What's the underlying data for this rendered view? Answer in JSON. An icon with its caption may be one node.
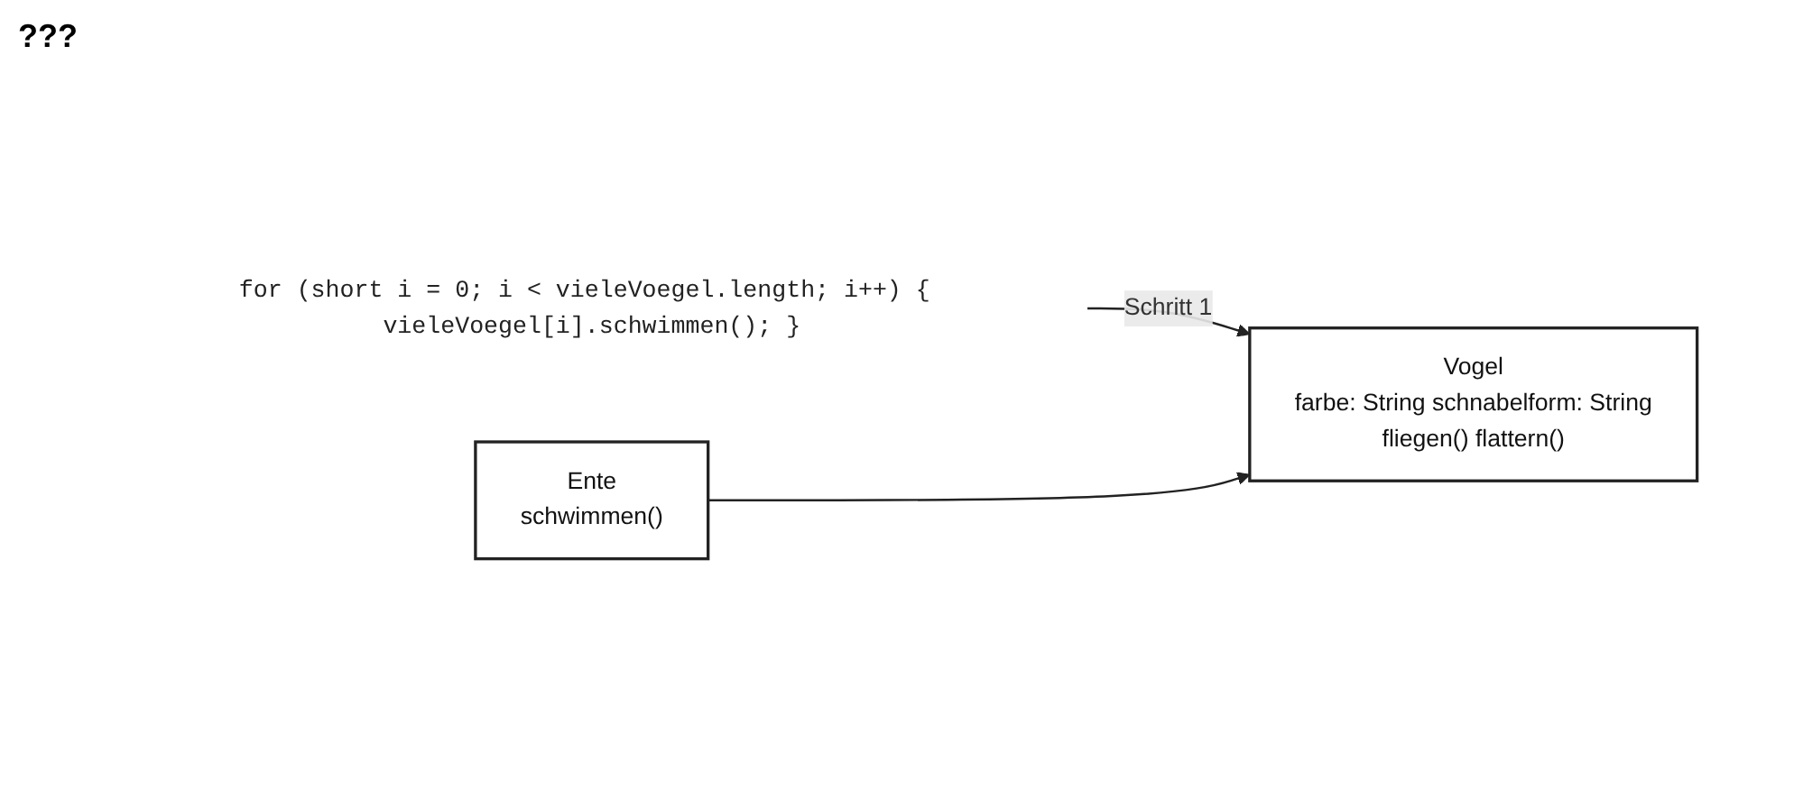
{
  "diagram": {
    "nodes": [
      {
        "text": [
          "for (short i = 0; i < vieleVoegel.length; i++) { vieleVoegel[i].schwimmen(); }"
        ]
      },
      {
        "text": [
          "Vogel",
          "farbe: String schnabelform: String",
          "fliegen() flattern()"
        ]
      },
      {
        "text": [
          "Ente",
          "schwimmen()"
        ]
      }
    ],
    "edges": [
      {
        "from": 0,
        "to": 1,
        "arrow": "to",
        "label": "Schritt 1"
      },
      {
        "from": 2,
        "to": 1,
        "arrow": "to"
      }
    ],
    "labels": [
      "???"
    ]
  }
}
